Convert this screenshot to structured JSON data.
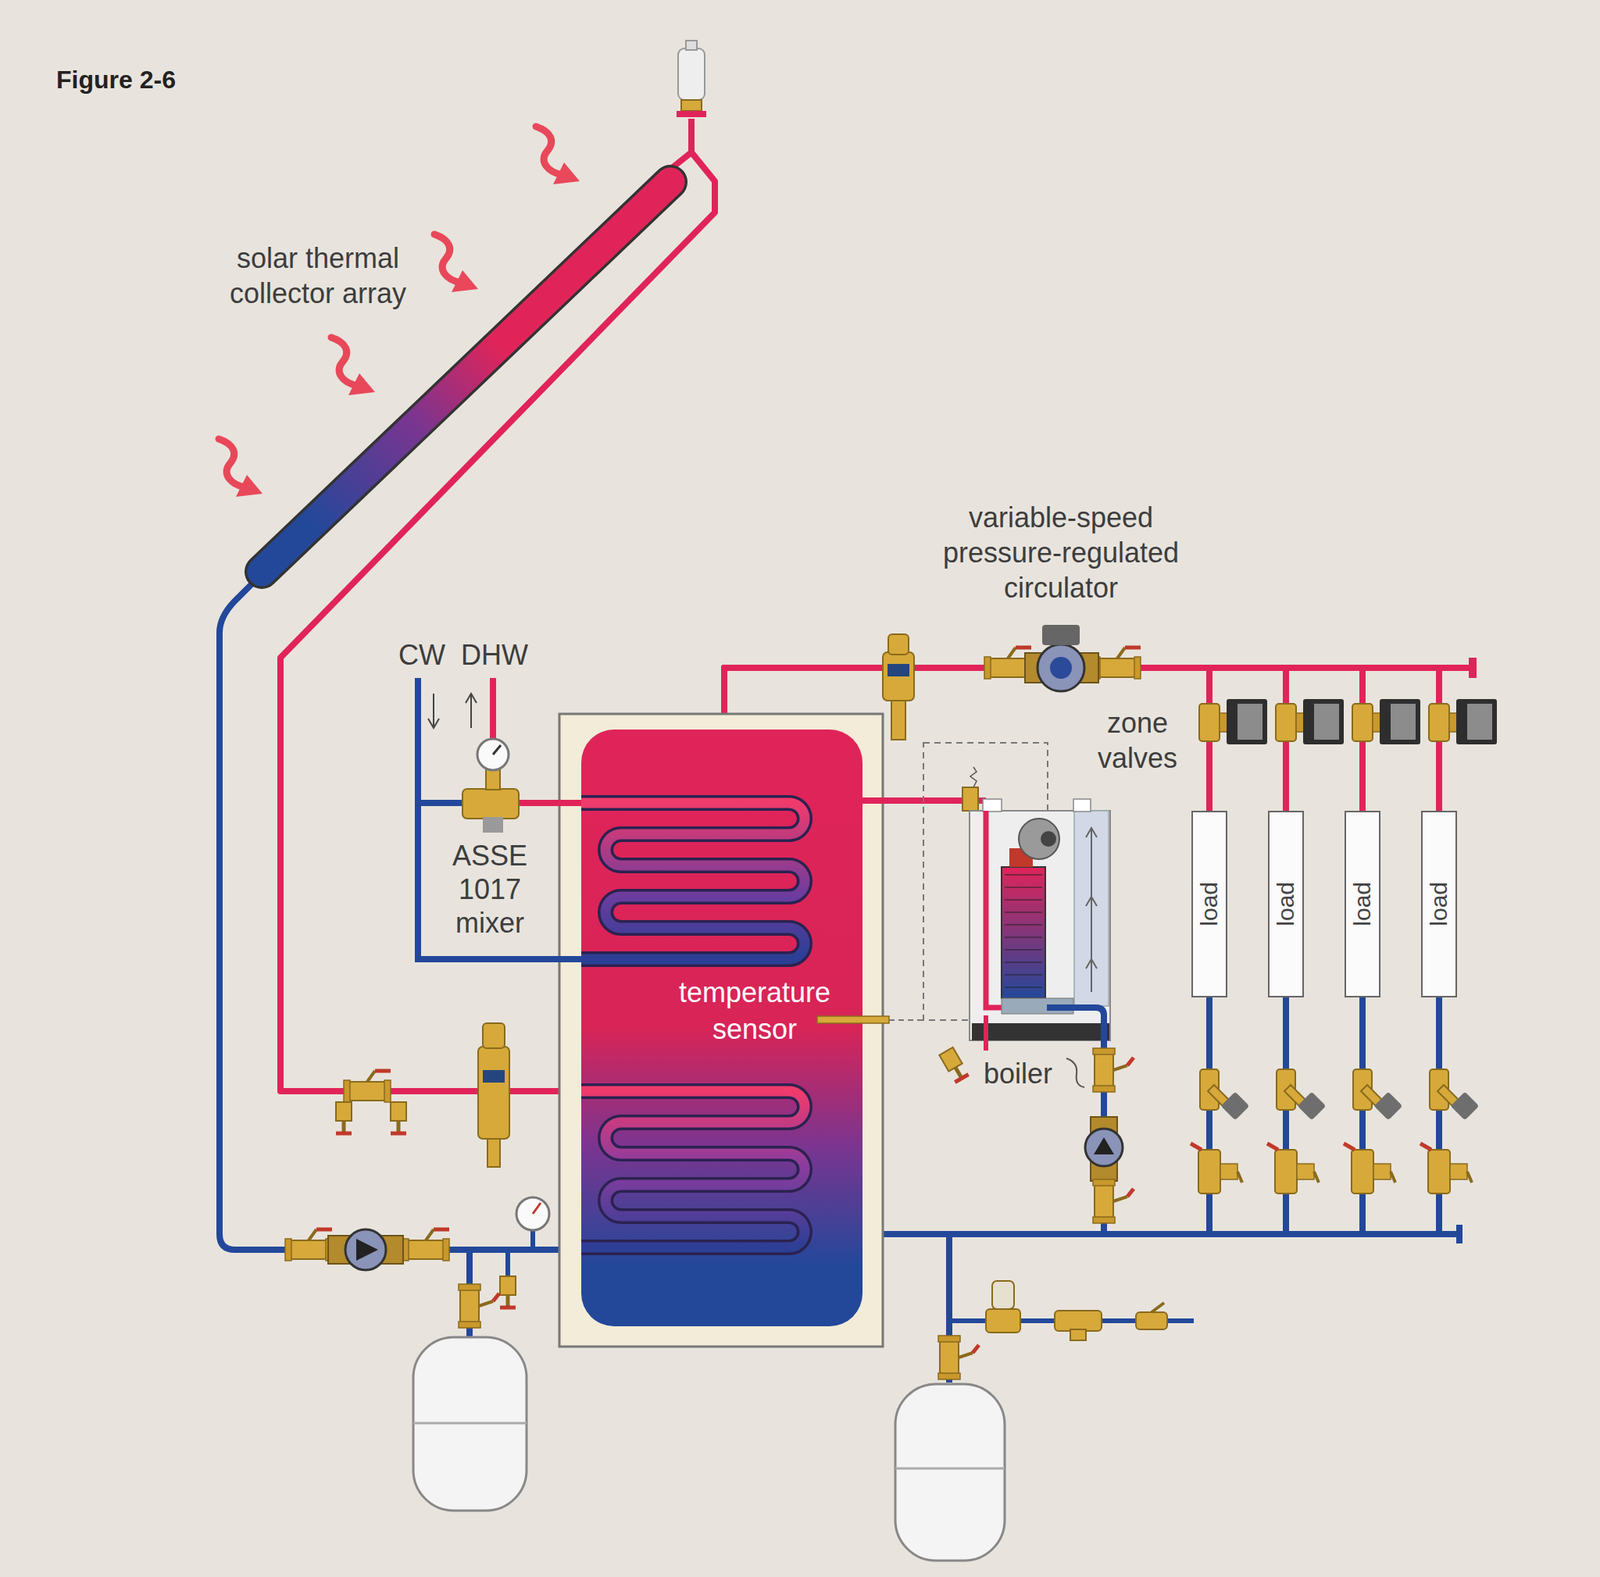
{
  "diagram": {
    "title": "Figure 2-6",
    "nodes": [
      {
        "text": [
          "temperature sensor"
        ]
      },
      {
        "text": [
          "load"
        ]
      },
      {
        "text": [
          "load"
        ]
      },
      {
        "text": [
          "load"
        ]
      },
      {
        "text": [
          "load"
        ]
      }
    ],
    "edges": [
      {
        "from": 0,
        "to": 1,
        "arrow": "none"
      },
      {
        "from": 0,
        "to": 2,
        "arrow": "none"
      },
      {
        "from": 0,
        "to": 3,
        "arrow": "none"
      },
      {
        "from": 0,
        "to": 4,
        "arrow": "none"
      },
      {
        "from": 1,
        "to": 0,
        "arrow": "none"
      },
      {
        "from": 2,
        "to": 0,
        "arrow": "none"
      },
      {
        "from": 3,
        "to": 0,
        "arrow": "none"
      },
      {
        "from": 4,
        "to": 0,
        "arrow": "none"
      }
    ],
    "labels": [
      "solar thermal collector array",
      "CW",
      "DHW",
      "ASSE 1017 mixer",
      "variable-speed pressure-regulated circulator",
      "zone valves",
      "boiler"
    ]
  }
}
